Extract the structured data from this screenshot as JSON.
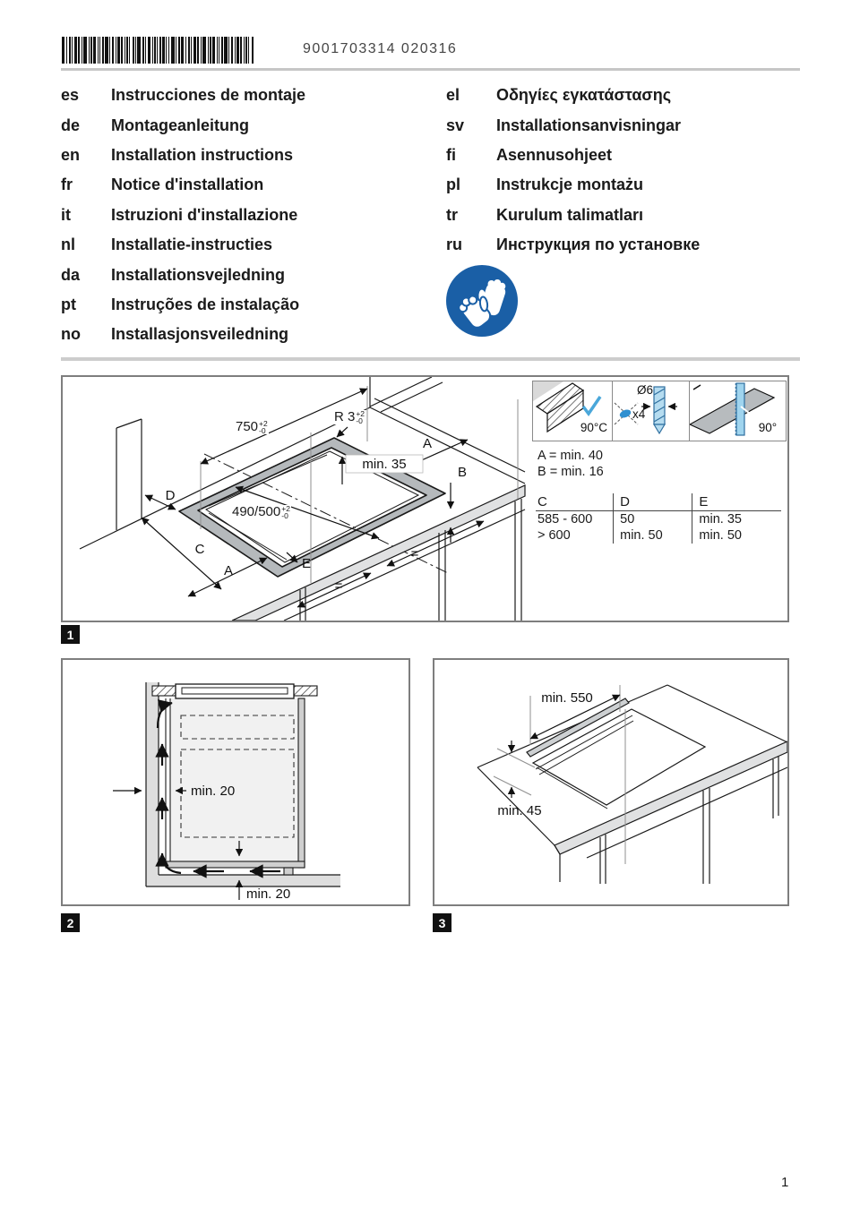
{
  "header": {
    "barcode_number": "9001703314 020316"
  },
  "languages": {
    "left": [
      {
        "code": "es",
        "label": "Instrucciones de montaje"
      },
      {
        "code": "de",
        "label": "Montageanleitung"
      },
      {
        "code": "en",
        "label": "Installation instructions"
      },
      {
        "code": "fr",
        "label": "Notice d'installation"
      },
      {
        "code": "it",
        "label": "Istruzioni d'installazione"
      },
      {
        "code": "nl",
        "label": "Installatie-instructies"
      },
      {
        "code": "da",
        "label": "Installationsvejledning"
      },
      {
        "code": "pt",
        "label": "Instruções de instalação"
      },
      {
        "code": "no",
        "label": "Installasjonsveiledning"
      }
    ],
    "right": [
      {
        "code": "el",
        "label": "Οδηγίες εγκατάστασης"
      },
      {
        "code": "sv",
        "label": "Installationsanvisningar"
      },
      {
        "code": "fi",
        "label": "Asennusohjeet"
      },
      {
        "code": "pl",
        "label": "Instrukcje montażu"
      },
      {
        "code": "tr",
        "label": "Kurulum talimatları"
      },
      {
        "code": "ru",
        "label": "Инструкция по установке"
      }
    ]
  },
  "colors": {
    "accent_blue": "#1a5fa6",
    "check_blue": "#4aa7da",
    "tool_blue": "#9fd4ee"
  },
  "figure1": {
    "badge": "1",
    "dims": {
      "width": "750",
      "width_tol_plus": "+2",
      "width_tol_minus": "-0",
      "radius": "R 3",
      "radius_tol_plus": "+2",
      "radius_tol_minus": "-0",
      "min35": "min. 35",
      "depth": "490/500",
      "depth_tol_plus": "+2",
      "depth_tol_minus": "-0",
      "label_a_top": "A",
      "label_b": "B",
      "label_c": "C",
      "label_d": "D",
      "label_e": "E",
      "label_a_bottom": "A",
      "equal1": "=",
      "equal2": "="
    },
    "inset": {
      "temp": "90°C",
      "hole_diameter": "Ø6",
      "hole_count": "x4",
      "angle": "90°"
    },
    "specs": [
      "A = min. 40",
      "B = min. 16"
    ],
    "table": {
      "headers": [
        "C",
        "D",
        "E"
      ],
      "rows": [
        [
          "585 - 600",
          "50",
          "min. 35"
        ],
        [
          "> 600",
          "min. 50",
          "min. 50"
        ]
      ]
    }
  },
  "figure2": {
    "badge": "2",
    "wall_gap": "min. 20",
    "bottom_gap": "min. 20"
  },
  "figure3": {
    "badge": "3",
    "cutout_width": "min. 550",
    "front_gap": "min. 45"
  },
  "page_number": "1"
}
